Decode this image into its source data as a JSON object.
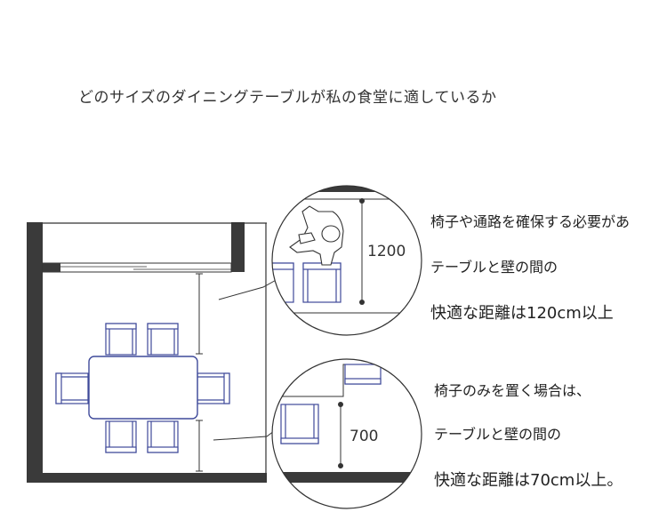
{
  "title": "どのサイズのダイニングテーブルが私の食堂に適しているか",
  "callout_top": {
    "dimension": "1200",
    "lines": [
      "椅子や通路を確保する必要があ",
      "テーブルと壁の間の",
      "快適な距離は120cm以上"
    ]
  },
  "callout_bottom": {
    "dimension": "700",
    "lines": [
      "椅子のみを置く場合は、",
      "テーブルと壁の間の",
      "快適な距離は70cm以上。"
    ]
  },
  "colors": {
    "wall": "#3a3a3a",
    "chair": "#3f4a9a",
    "line": "#333333"
  }
}
